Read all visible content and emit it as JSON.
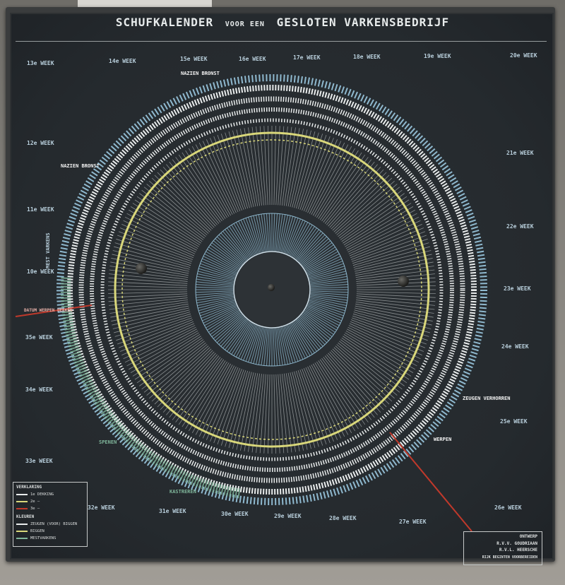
{
  "title": {
    "part1": "SCHUFKALENDER",
    "part2": "VOOR EEN",
    "part3": "GESLOTEN VARKENSBEDRIJF"
  },
  "weeks": [
    "13e WEEK",
    "14e WEEK",
    "15e WEEK",
    "16e WEEK",
    "17e WEEK",
    "18e WEEK",
    "19e WEEK",
    "20e WEEK",
    "21e WEEK",
    "22e WEEK",
    "23e WEEK",
    "24e WEEK",
    "25e WEEK",
    "26e WEEK",
    "27e WEEK",
    "28e WEEK",
    "29e WEEK",
    "30e WEEK",
    "31e WEEK",
    "32e WEEK",
    "33e WEEK",
    "34e WEEK",
    "35e WEEK",
    "10e WEEK",
    "11e WEEK",
    "12e WEEK"
  ],
  "notes": {
    "nazien_bronst_top": "NAZIEN BRONST",
    "nazien_bronst_left": "NAZIEN BRONST",
    "mest_varkens": "MEST VARKENS",
    "datum_werpen": "DATUM WERPEN  DEKKEN",
    "zeugen_verhorren": "ZEUGEN VERHORREN",
    "werpen": "WERPEN",
    "spenen": "SPENEN",
    "kastreren": "KASTREREN"
  },
  "legend": {
    "header1": "VERKLARING",
    "row1": "1e DEKKING",
    "row2": "2e  —",
    "row3": "3e  —",
    "header2": "KLEUREN",
    "row4": "ZEUGEN (VOOR) BIGGEN",
    "row5": "BIGGEN",
    "row6": "MESTVARKENS"
  },
  "stamp": {
    "line1": "ONTWERP",
    "line2": "R.V.V. GOUDRIAAN",
    "line3": "R.V.L. HEERSCHE",
    "line4": "RIJK BEGINTEN VOORBEREIDEN"
  },
  "colors": {
    "ring_blue": "#8fb9cf",
    "ring_white": "#e9ecec",
    "ring_yellow": "#d9d77a",
    "ring_green": "#7fb59a",
    "accent_red": "#c0392b"
  }
}
